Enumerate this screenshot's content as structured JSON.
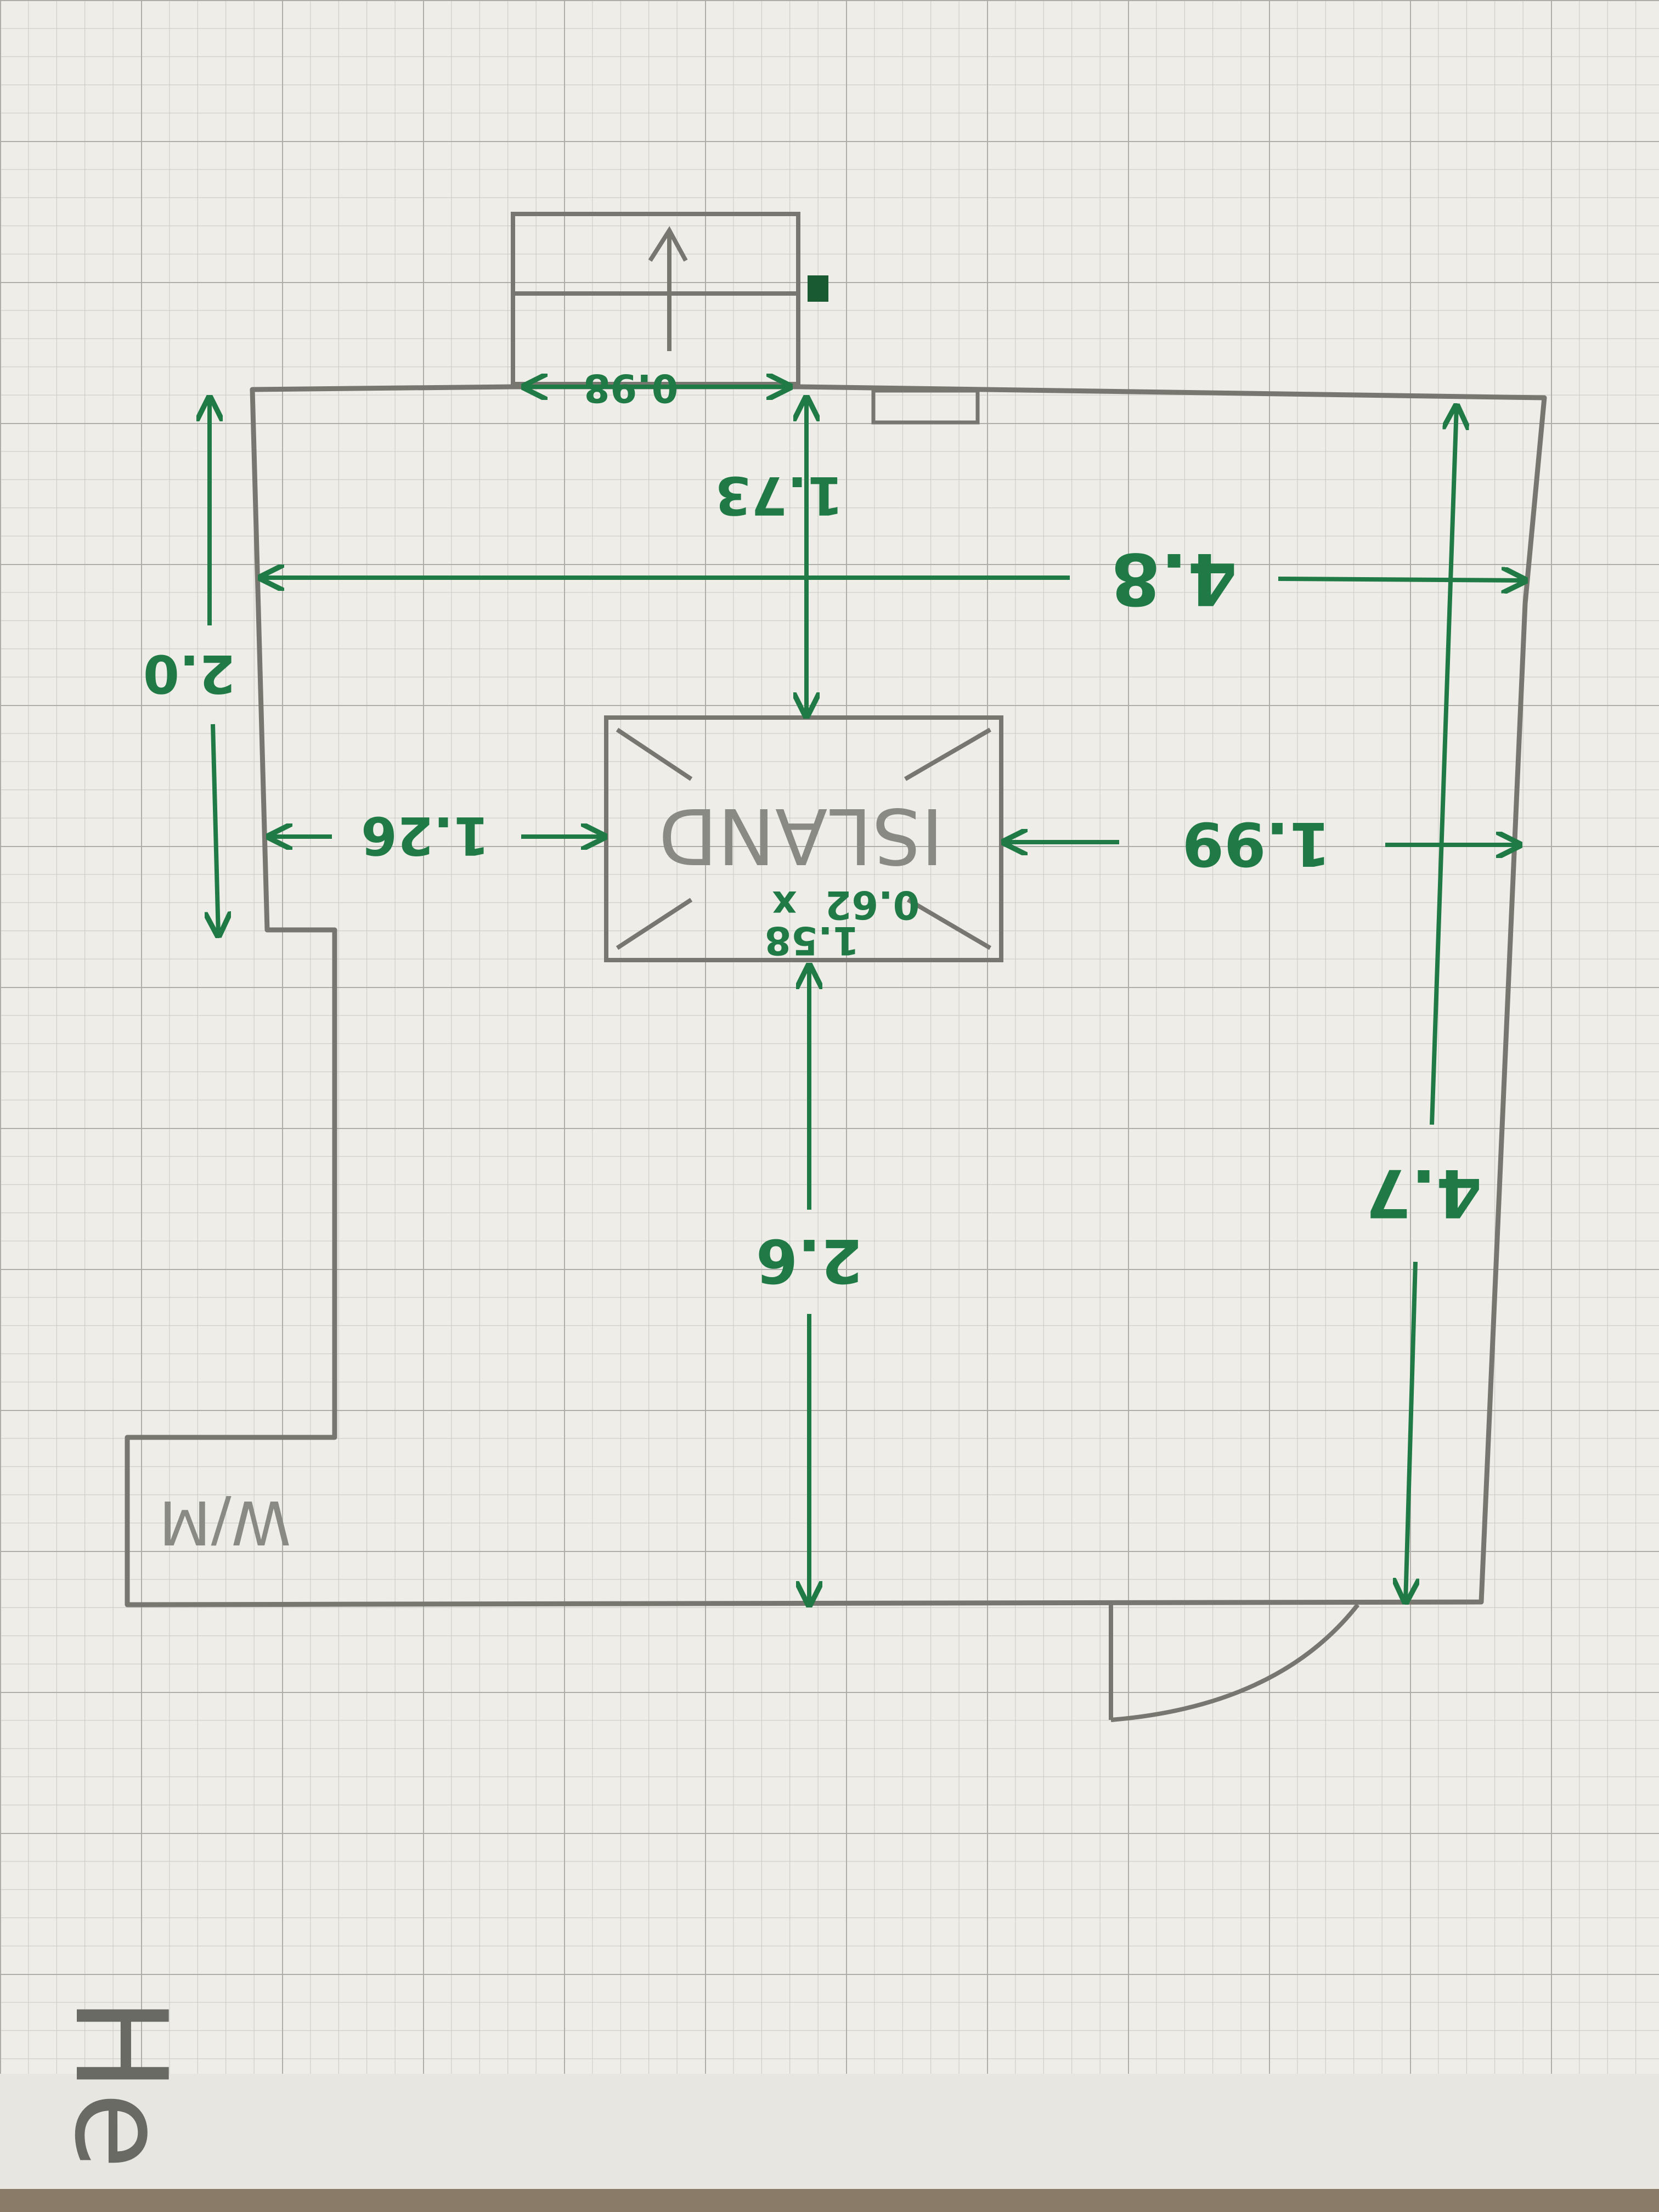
{
  "colors": {
    "paper": "#eeede8",
    "grid_minor": "#c9c9c3",
    "grid_major": "#aeaea8",
    "pencil": "#77776f",
    "ink_green": "#1f7a45"
  },
  "labels": {
    "island": "ISLAND",
    "island_size_a": "1.58",
    "island_size_x": "x",
    "island_size_b": "0.62",
    "wm": "W/M",
    "page_fragment": "He"
  },
  "dimensions": {
    "top_width": "4.8",
    "window_width": "0.98",
    "top_to_island": "1.73",
    "left_height": "2.0",
    "left_to_island": "1.26",
    "right_to_island": "1.99",
    "right_height": "4.7",
    "island_to_bottom": "2.6"
  }
}
